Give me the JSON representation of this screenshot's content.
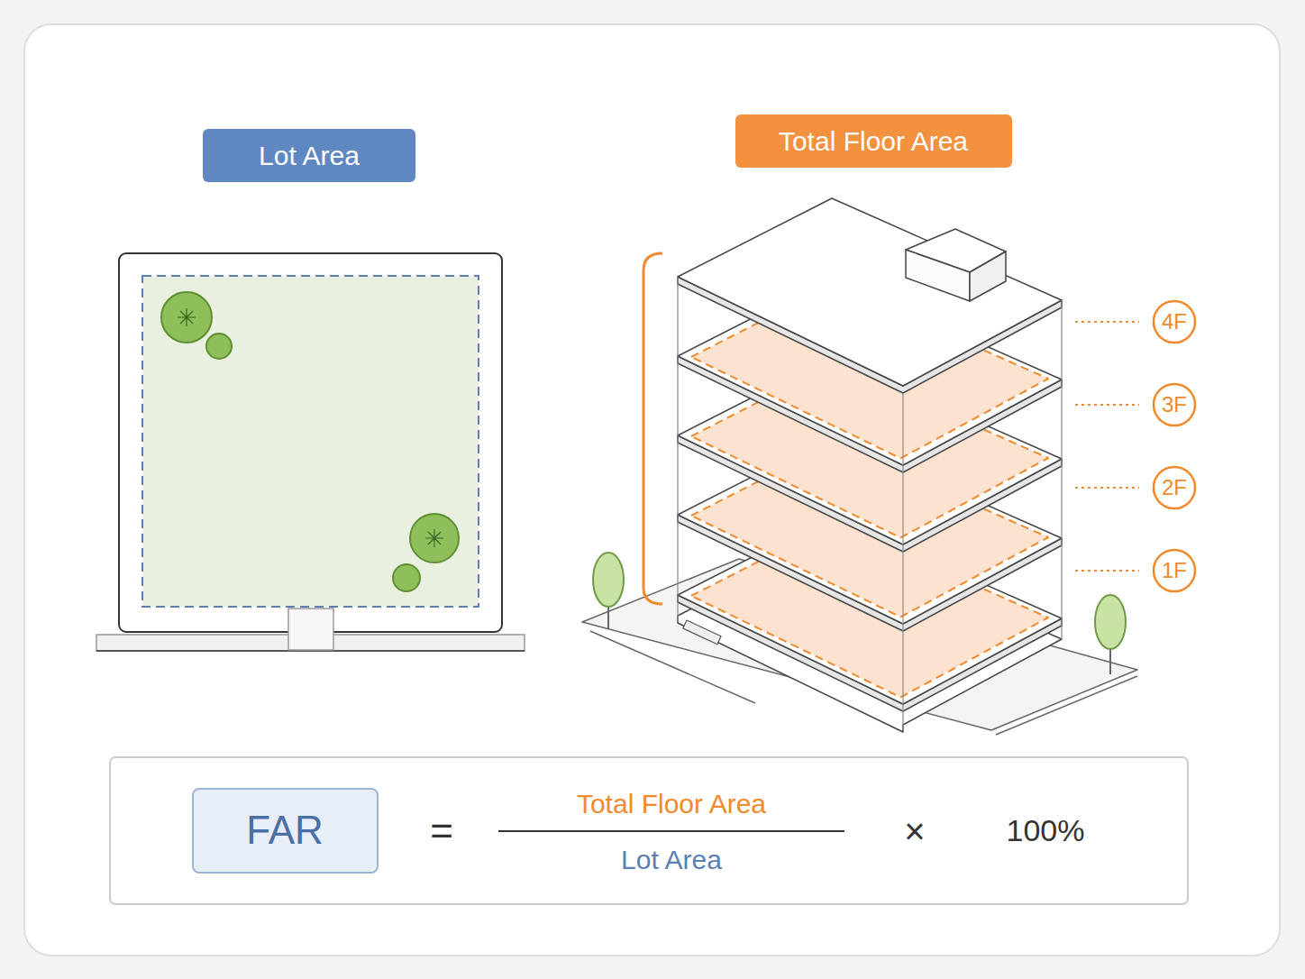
{
  "diagram": {
    "nodes": [
      {
        "text": [
          "Lot Area"
        ]
      },
      {
        "text": [
          "Total Floor Area"
        ]
      },
      {
        "text": [
          "4F"
        ]
      },
      {
        "text": [
          "3F"
        ]
      },
      {
        "text": [
          "2F"
        ]
      },
      {
        "text": [
          "1F"
        ]
      },
      {
        "text": [
          "=",
          "Total Floor Area",
          "Lot Area",
          "×",
          "100%"
        ]
      },
      {
        "text": [
          "FAR"
        ],
        "in": 6
      }
    ]
  }
}
